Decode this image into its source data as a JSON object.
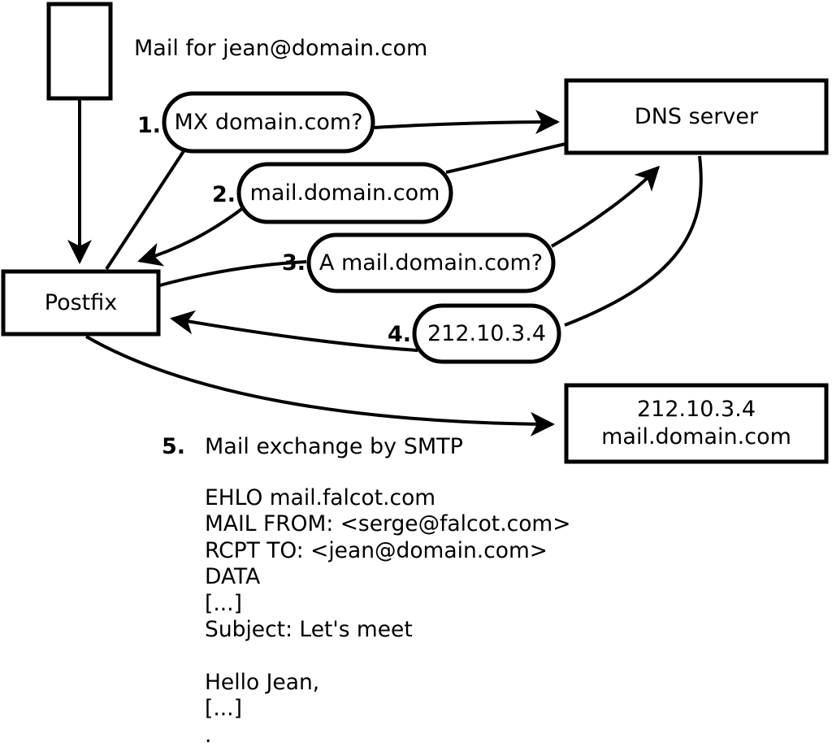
{
  "diagram": {
    "mail_label": "Mail for jean@domain.com",
    "nodes": {
      "postfix": "Postfix",
      "dns_server": "DNS server",
      "mail_server_line1": "212.10.3.4",
      "mail_server_line2": "mail.domain.com"
    },
    "steps": [
      {
        "num": "1.",
        "label": "MX domain.com?"
      },
      {
        "num": "2.",
        "label": "mail.domain.com"
      },
      {
        "num": "3.",
        "label": "A mail.domain.com?"
      },
      {
        "num": "4.",
        "label": "212.10.3.4"
      },
      {
        "num": "5.",
        "label": "Mail exchange by SMTP"
      }
    ],
    "smtp_session": {
      "lines": [
        "EHLO mail.falcot.com",
        "MAIL FROM: <serge@falcot.com>",
        "RCPT TO: <jean@domain.com>",
        "DATA",
        "[...]",
        "Subject: Let's meet",
        "",
        "Hello Jean,",
        "[...]",
        "."
      ]
    },
    "colors": {
      "ink": "#000000",
      "background": "#ffffff"
    }
  }
}
